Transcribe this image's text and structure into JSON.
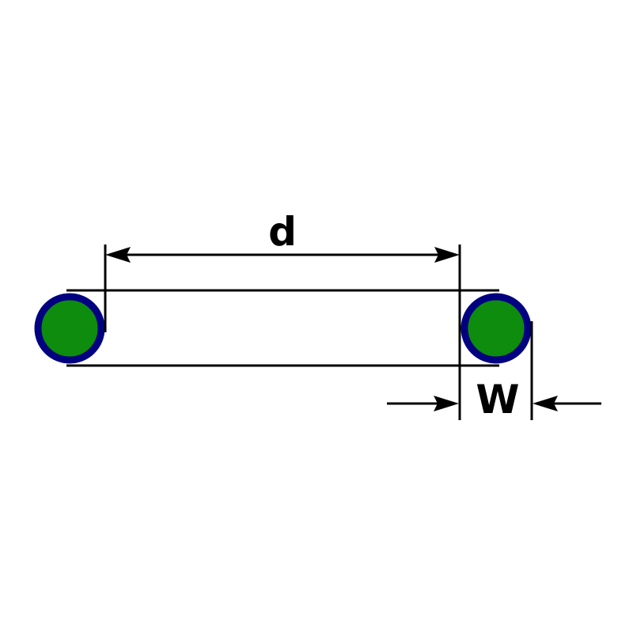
{
  "diagram": {
    "kind": "o-ring-dimension-drawing",
    "labels": {
      "inner_diameter": "d",
      "cross_section_width": "W"
    },
    "colors": {
      "ring_fill": "#0e8c0e",
      "ring_stroke": "#000080",
      "line": "#000000",
      "background": "#ffffff"
    }
  }
}
